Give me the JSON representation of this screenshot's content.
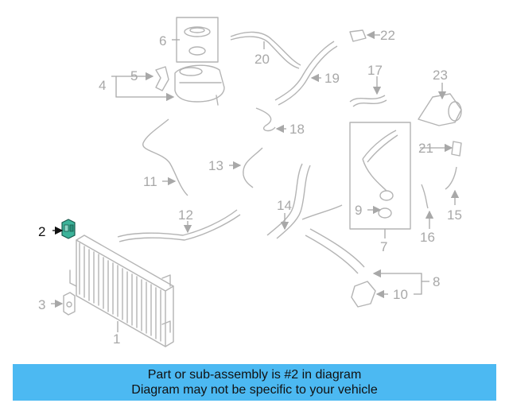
{
  "banner": {
    "line1": "Part or sub-assembly is #2 in diagram",
    "line2": "Diagram may not be specific to your vehicle"
  },
  "highlighted_callout": "2",
  "colors": {
    "banner_bg": "#4cb9f2",
    "highlight_part": "#3cb39a",
    "line_art": "#b4b4b4",
    "callout_text": "#a8a8a8"
  },
  "callouts": {
    "c1": "1",
    "c2": "2",
    "c3": "3",
    "c4": "4",
    "c5": "5",
    "c6": "6",
    "c7": "7",
    "c8": "8",
    "c9": "9",
    "c10": "10",
    "c11": "11",
    "c12": "12",
    "c13": "13",
    "c14": "14",
    "c15": "15",
    "c16": "16",
    "c17": "17",
    "c18": "18",
    "c19": "19",
    "c20": "20",
    "c21": "21",
    "c22": "22",
    "c23": "23"
  }
}
